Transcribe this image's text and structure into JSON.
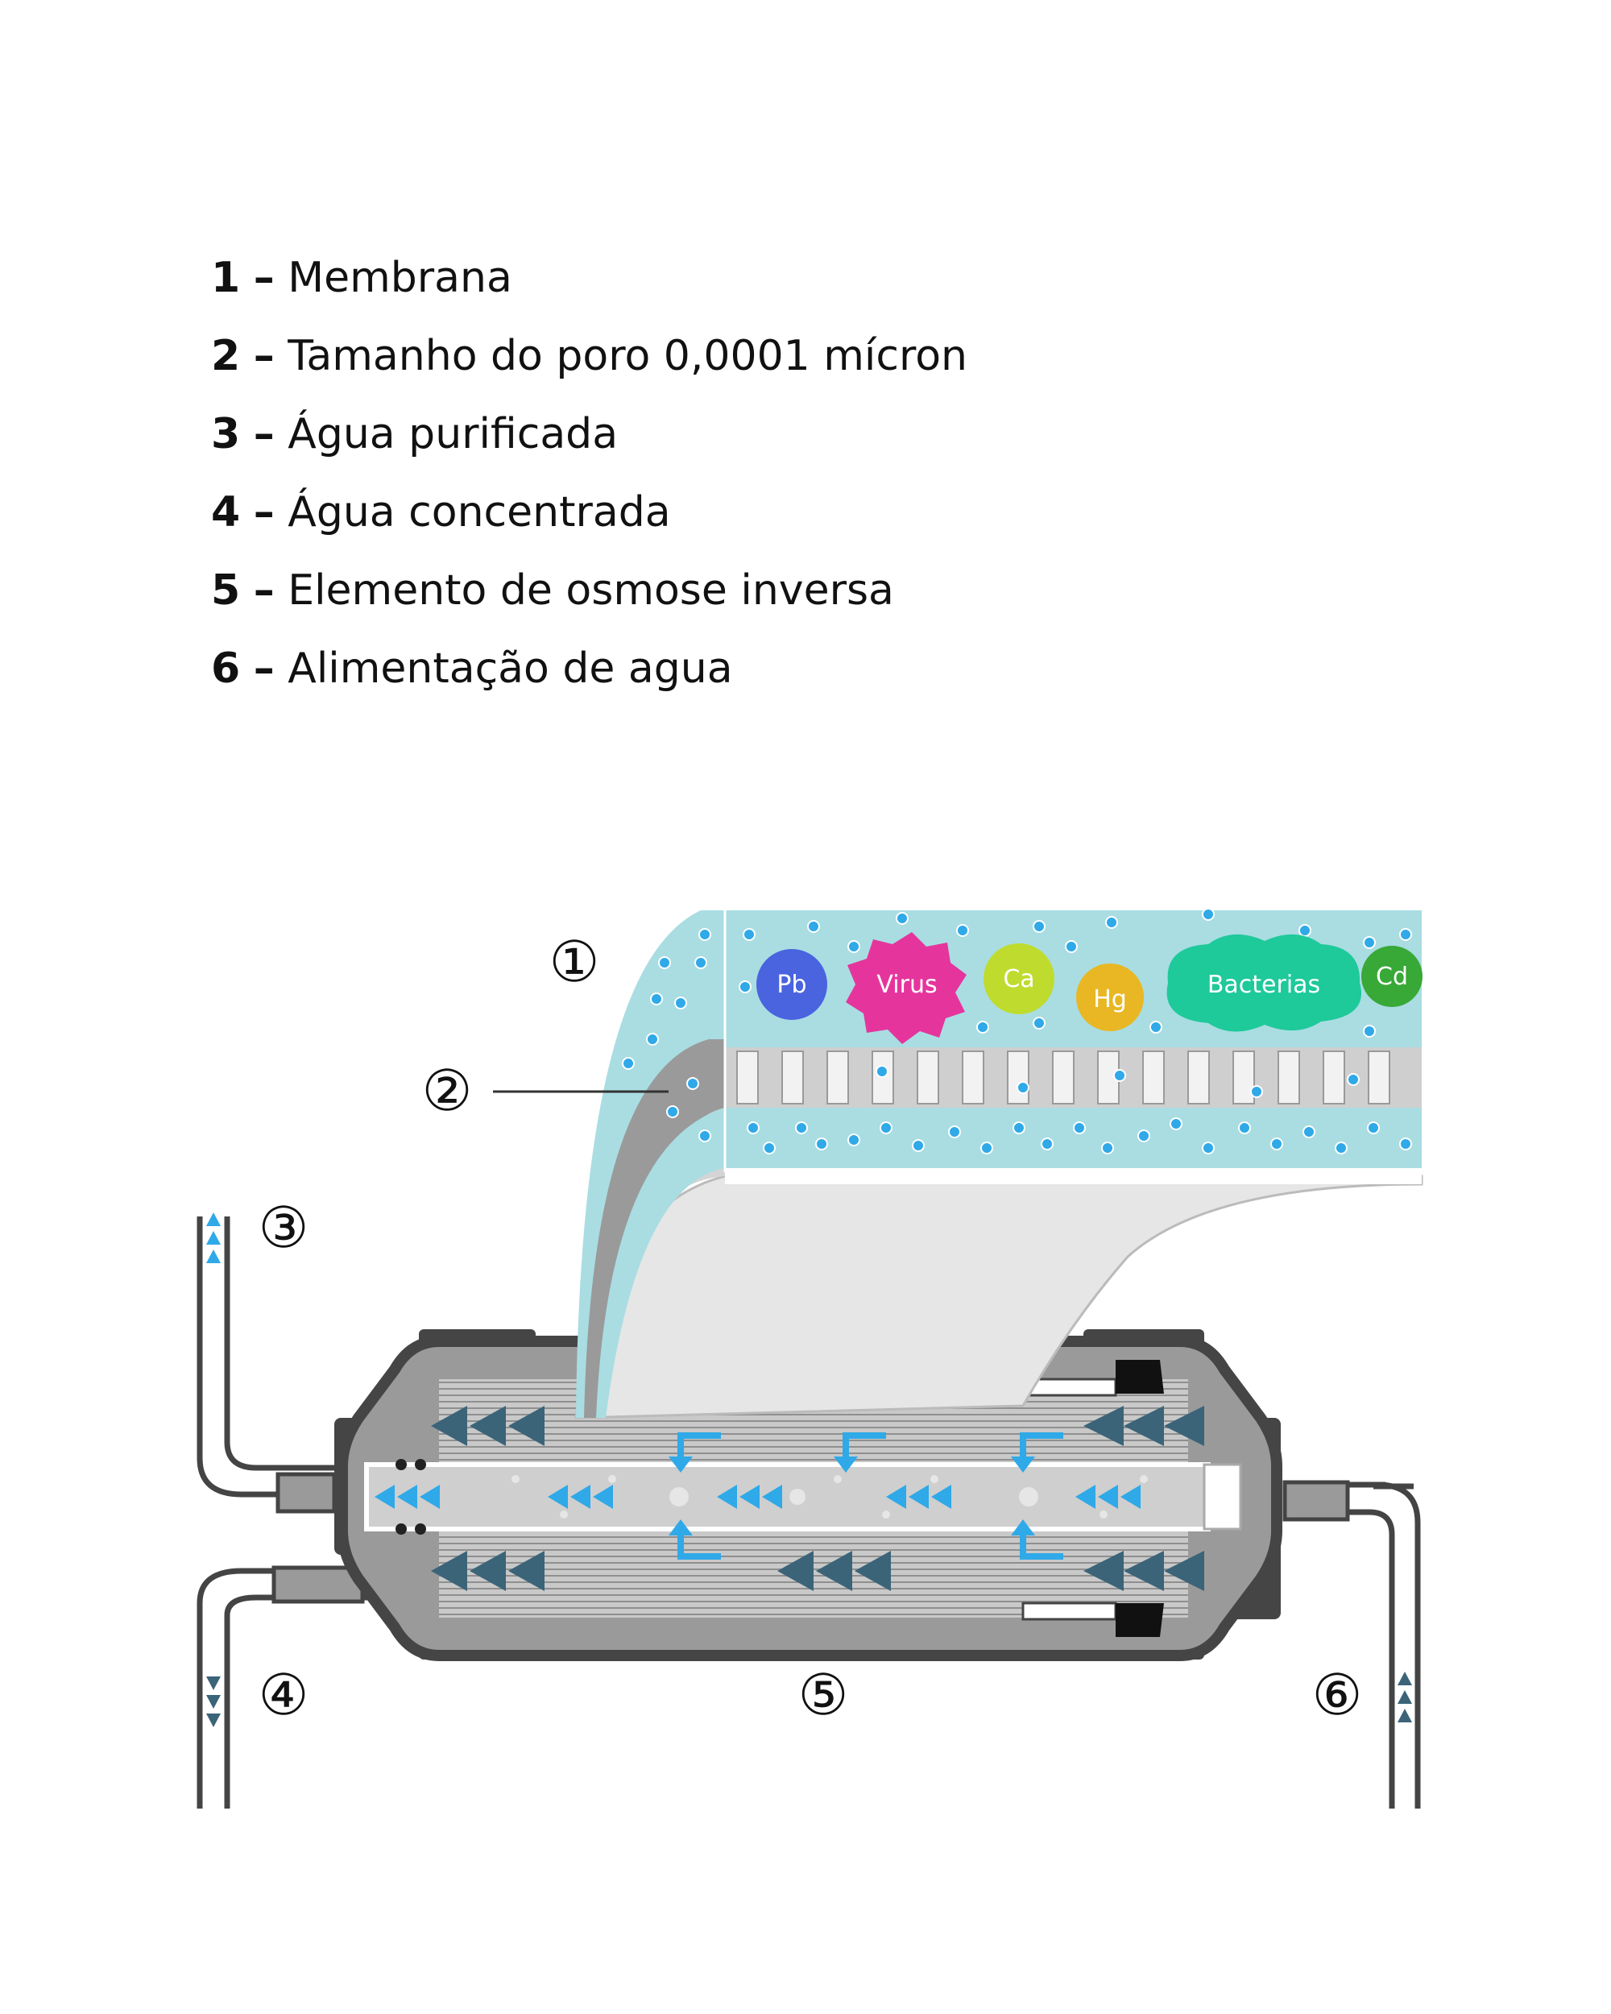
{
  "legend": [
    {
      "number": "1",
      "dash": "–",
      "label": "Membrana"
    },
    {
      "number": "2",
      "dash": "–",
      "label": "Tamanho do poro 0,0001 mícron"
    },
    {
      "number": "3",
      "dash": "–",
      "label": "Água purificada"
    },
    {
      "number": "4",
      "dash": "–",
      "label": "Água concentrada"
    },
    {
      "number": "5",
      "dash": "–",
      "label": "Elemento de osmose inversa"
    },
    {
      "number": "6",
      "dash": "–",
      "label": "Alimentação de agua"
    }
  ],
  "callouts": {
    "c1": "①",
    "c2": "②",
    "c3": "③",
    "c4": "④",
    "c5": "⑤",
    "c6": "⑥"
  },
  "contaminants": [
    {
      "label": "Pb",
      "color": "#4a63df",
      "shape": "circle"
    },
    {
      "label": "Virus",
      "color": "#e5359d",
      "shape": "spiky"
    },
    {
      "label": "Ca",
      "color": "#bfdc2e",
      "shape": "circle"
    },
    {
      "label": "Hg",
      "color": "#e8b723",
      "shape": "circle"
    },
    {
      "label": "Bacterias",
      "color": "#1ec99a",
      "shape": "blob"
    },
    {
      "label": "Cd",
      "color": "#38a836",
      "shape": "circle"
    }
  ],
  "colors": {
    "water": "#a9dde2",
    "droplet": "#2fa9e8",
    "housing": "#4a4a4a",
    "housing_inner": "#9a9a9a",
    "membrane_sheet": "#e6e6e6",
    "arrow_dark": "#3b6479",
    "arrow_light": "#2fa9e8",
    "pipe": "#444444"
  }
}
